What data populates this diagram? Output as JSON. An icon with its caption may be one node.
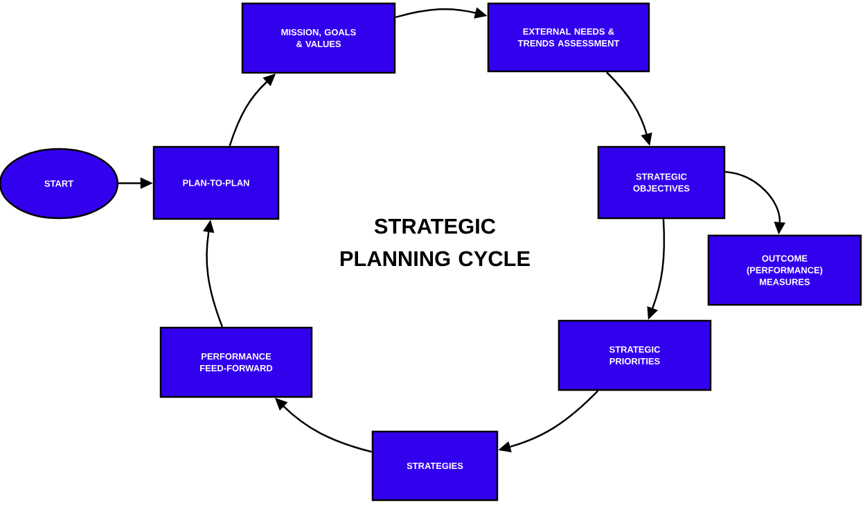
{
  "diagram": {
    "title": "STRATEGIC PLANNING CYCLE",
    "nodes": [
      {
        "text": [
          "START"
        ]
      },
      {
        "text": [
          "PLAN-TO-PLAN"
        ]
      },
      {
        "text": [
          "MISSION, GOALS & VALUES"
        ]
      },
      {
        "text": [
          "EXTERNAL NEEDS & TRENDS ASSESSMENT"
        ]
      },
      {
        "text": [
          "STRATEGIC OBJECTIVES"
        ]
      },
      {
        "text": [
          "OUTCOME (PERFORMANCE) MEASURES"
        ]
      },
      {
        "text": [
          "STRATEGIC PRIORITIES"
        ]
      },
      {
        "text": [
          "STRATEGIES"
        ]
      },
      {
        "text": [
          "PERFORMANCE FEED-FORWARD"
        ]
      }
    ],
    "edges": [
      {
        "from": 0,
        "to": 1,
        "arrow": "to"
      },
      {
        "from": 1,
        "to": 2,
        "arrow": "to"
      },
      {
        "from": 2,
        "to": 3,
        "arrow": "to"
      },
      {
        "from": 3,
        "to": 4,
        "arrow": "to"
      },
      {
        "from": 4,
        "to": 5,
        "arrow": "to"
      },
      {
        "from": 4,
        "to": 6,
        "arrow": "to"
      },
      {
        "from": 6,
        "to": 7,
        "arrow": "to"
      },
      {
        "from": 7,
        "to": 8,
        "arrow": "to"
      },
      {
        "from": 8,
        "to": 1,
        "arrow": "to"
      }
    ]
  }
}
